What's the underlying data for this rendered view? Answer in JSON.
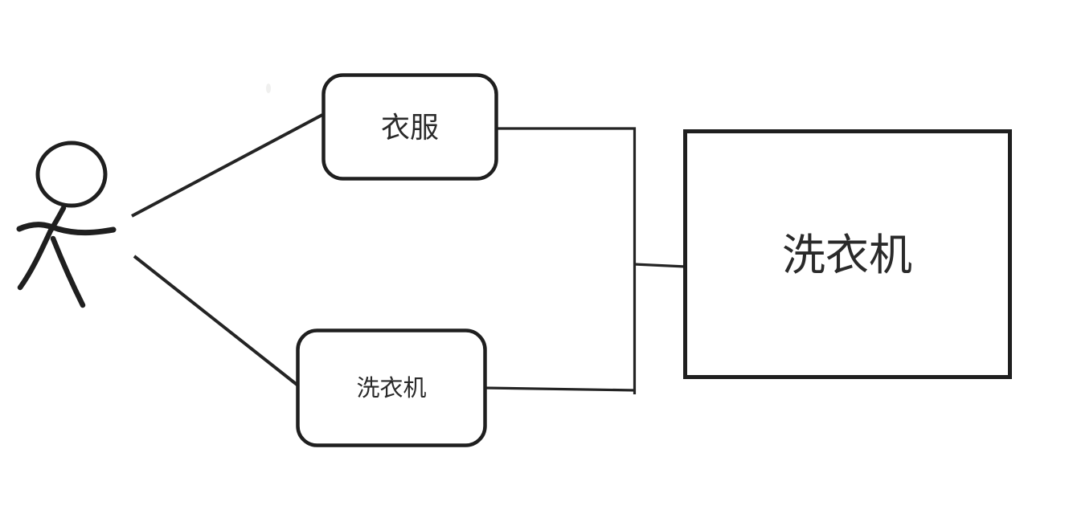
{
  "diagram": {
    "background_color": "#ffffff",
    "ink_color": "#1f1f1f",
    "person": {
      "role": "stick-figure-person"
    },
    "nodes": {
      "clothes": {
        "label": "衣服",
        "shape": "rounded-rectangle"
      },
      "washer_item": {
        "label": "洗衣机",
        "shape": "rounded-rectangle"
      },
      "washing_machine": {
        "label": "洗衣机",
        "shape": "rectangle"
      }
    },
    "connections": [
      {
        "from": "person",
        "to": "clothes"
      },
      {
        "from": "person",
        "to": "washer_item"
      },
      {
        "from": "clothes",
        "to": "junction"
      },
      {
        "from": "washer_item",
        "to": "junction"
      },
      {
        "from": "junction",
        "to": "washing_machine"
      }
    ]
  }
}
